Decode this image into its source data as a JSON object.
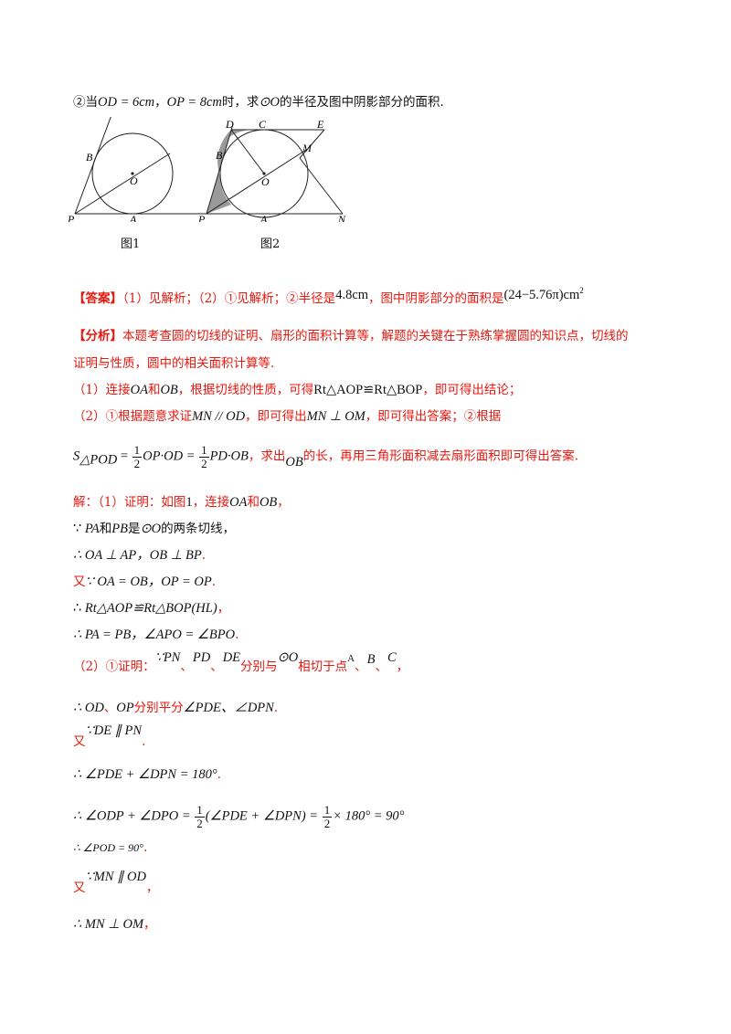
{
  "question": {
    "circled": "②",
    "pre": "当",
    "od_eq": "OD = 6cm",
    "sep": "，",
    "op_eq": "OP = 8cm",
    "post": "时，求",
    "circle": "⊙O",
    "tail": "的半径及图中阴影部分的面积."
  },
  "figures": {
    "fig1": {
      "caption": "图1",
      "points": {
        "B": "B",
        "O": "O",
        "P": "P",
        "A": "A"
      }
    },
    "fig2": {
      "caption": "图2",
      "points": {
        "D": "D",
        "C": "C",
        "E": "E",
        "M": "M",
        "B": "B",
        "O": "O",
        "P": "P",
        "A": "A",
        "N": "N"
      }
    }
  },
  "answer": {
    "tag": "【答案】",
    "part1": "（1）见解析；（2）①见解析；②半径是",
    "radius": "4.8cm",
    "mid": "，图中阴影部分的面积是",
    "area": "(24−5.76π)cm",
    "area_sup": "2"
  },
  "analysis": {
    "tag": "【分析】",
    "line1": "本题考查圆的切线的证明、扇形的面积计算等，解题的关键在于熟练掌握圆的知识点，切线的",
    "line2": "证明与性质，圆中的相关面积计算等.",
    "l3_a": "（1）连接",
    "l3_oa": "OA",
    "l3_and": "和",
    "l3_ob": "OB",
    "l3_b": "，根据切线的性质，可得",
    "l3_tri": "Rt△AOP≌Rt△BOP",
    "l3_c": "，即可得出结论；",
    "l4_a": "（2）①根据题意求证",
    "l4_mn": "MN // OD",
    "l4_b": "，即可得出",
    "l4_perp": "MN ⊥ OM",
    "l4_c": "，即可得出答案；②根据",
    "l5_s": "S",
    "l5_sub": "△POD",
    "l5_eq1": " = ",
    "l5_half": "1",
    "l5_two": "2",
    "l5_mid1": "OP·OD = ",
    "l5_mid2": "PD·OB",
    "l5_b": "，求出",
    "l5_ob": "OB",
    "l5_c": "的长，再用三角形面积减去扇形面积即可得出答案."
  },
  "solution": {
    "s1_a": "解：（1）证明：如图",
    "s1_num": "1",
    "s1_b": "，连接",
    "s1_oa": "OA",
    "s1_and": "和",
    "s1_ob": "OB",
    "s1_c": "，",
    "s2_because": "∵ ",
    "s2_pa": "PA",
    "s2_and": "和",
    "s2_pb": "PB",
    "s2_is": "是",
    "s2_circle": "⊙O",
    "s2_tail": "的两条切线，",
    "s3": "∴ OA ⊥ AP，OB ⊥ BP",
    "s3_dot": ".",
    "s4_you": "又",
    "s4": "∵ OA = OB，OP = OP",
    "s4_dot": ".",
    "s5_pre": "∴ ",
    "s5": "Rt△AOP≌Rt△BOP(HL)",
    "s5_dot": "，",
    "s6": "∴ PA = PB，∠APO = ∠BPO",
    "s6_dot": ".",
    "s7_a": "（2）①证明：",
    "s7_because": "∵",
    "s7_pn": "PN",
    "s7_sep": "、",
    "s7_pd": "PD",
    "s7_sep2": "、",
    "s7_de": "DE",
    "s7_b": "分别与",
    "s7_circle": "⊙O",
    "s7_c": "相切于点",
    "s7_A": "A",
    "s7_sep3": "、",
    "s7_B": "B",
    "s7_sep4": "、",
    "s7_C": "C",
    "s7_d": "，",
    "s8_a": "∴ OD",
    "s8_sep": "、",
    "s8_op": "OP",
    "s8_b": "分别平分",
    "s8_angles": "∠PDE、∠DPN",
    "s8_dot": ".",
    "s9_you": "又",
    "s9": "∵DE ∥ PN",
    "s9_dot": ".",
    "s10": "∴ ∠PDE + ∠DPN = 180°",
    "s10_dot": ".",
    "s11_a": "∴ ∠ODP + ∠DPO = ",
    "s11_b": "(∠PDE + ∠DPN) = ",
    "s11_c": "× 180° = 90°",
    "s11_one": "1",
    "s11_two": "2",
    "s12": "∴ ∠POD = 90°",
    "s12_dot": ".",
    "s13_you": "又",
    "s13": "∵MN ∥ OD",
    "s13_dot": "，",
    "s14": "∴ MN ⊥ OM",
    "s14_dot": "，"
  },
  "colors": {
    "red": "#e8170f",
    "text": "#111111",
    "shade": "#9a9a9a"
  }
}
